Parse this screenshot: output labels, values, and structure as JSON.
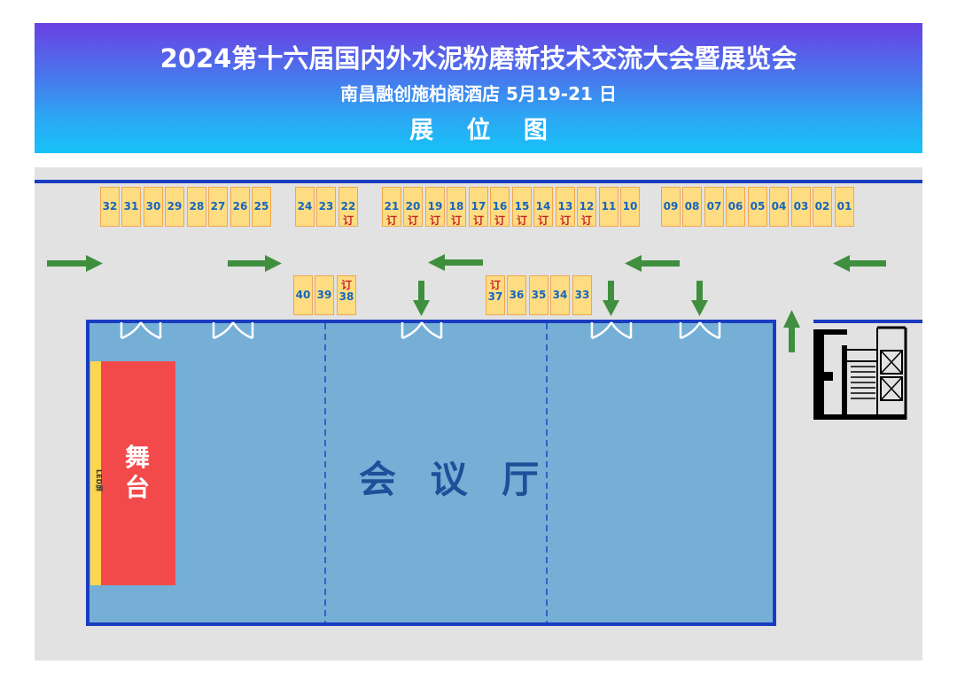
{
  "header": {
    "title": "2024第十六届国内外水泥粉磨新技术交流大会暨展览会",
    "subtitle": "南昌融创施柏阁酒店  5月19-21 日",
    "map_title": "展 位 图"
  },
  "hall": {
    "label": "会 议 厅"
  },
  "stage": {
    "label": "舞台",
    "led_label": "LED屏"
  },
  "booked_mark": "订",
  "colors": {
    "booth_fill": "#fddc82",
    "booth_border": "#f2a64a",
    "booth_number": "#1565c0",
    "booked_mark": "#c62828",
    "hall_fill": "#75afd6",
    "hall_border": "#1a3cc0",
    "stage_fill": "#f24a4a",
    "led_fill": "#ffd54f",
    "arrow": "#3f8f3f",
    "wall": "#1a3cc0"
  },
  "booths": {
    "top_row": [
      {
        "id": "32",
        "booked": false
      },
      {
        "id": "31",
        "booked": false
      },
      {
        "id": "30",
        "booked": false
      },
      {
        "id": "29",
        "booked": false
      },
      {
        "id": "28",
        "booked": false
      },
      {
        "id": "27",
        "booked": false
      },
      {
        "id": "26",
        "booked": false
      },
      {
        "id": "25",
        "booked": false
      },
      {
        "id": "24",
        "booked": false
      },
      {
        "id": "23",
        "booked": false
      },
      {
        "id": "22",
        "booked": true
      },
      {
        "id": "21",
        "booked": true
      },
      {
        "id": "20",
        "booked": true
      },
      {
        "id": "19",
        "booked": true
      },
      {
        "id": "18",
        "booked": true
      },
      {
        "id": "17",
        "booked": true
      },
      {
        "id": "16",
        "booked": true
      },
      {
        "id": "15",
        "booked": true
      },
      {
        "id": "14",
        "booked": true
      },
      {
        "id": "13",
        "booked": true
      },
      {
        "id": "12",
        "booked": true
      },
      {
        "id": "11",
        "booked": false
      },
      {
        "id": "10",
        "booked": false
      },
      {
        "id": "09",
        "booked": false
      },
      {
        "id": "08",
        "booked": false
      },
      {
        "id": "07",
        "booked": false
      },
      {
        "id": "06",
        "booked": false
      },
      {
        "id": "05",
        "booked": false
      },
      {
        "id": "04",
        "booked": false
      },
      {
        "id": "03",
        "booked": false
      },
      {
        "id": "02",
        "booked": false
      },
      {
        "id": "01",
        "booked": false
      }
    ],
    "middle_row": [
      {
        "id": "40",
        "booked": false
      },
      {
        "id": "39",
        "booked": false
      },
      {
        "id": "38",
        "booked": true
      },
      {
        "id": "37",
        "booked": true
      },
      {
        "id": "36",
        "booked": false
      },
      {
        "id": "35",
        "booked": false
      },
      {
        "id": "34",
        "booked": false
      },
      {
        "id": "33",
        "booked": false
      }
    ]
  },
  "arrows": [
    {
      "name": "arrow-right-1",
      "direction": "right"
    },
    {
      "name": "arrow-right-2",
      "direction": "right"
    },
    {
      "name": "arrow-left-1",
      "direction": "left"
    },
    {
      "name": "arrow-left-2",
      "direction": "left"
    },
    {
      "name": "arrow-left-3",
      "direction": "left"
    },
    {
      "name": "arrow-down-1",
      "direction": "down"
    },
    {
      "name": "arrow-down-2",
      "direction": "down"
    },
    {
      "name": "arrow-down-3",
      "direction": "down"
    },
    {
      "name": "arrow-up-1",
      "direction": "up"
    }
  ]
}
